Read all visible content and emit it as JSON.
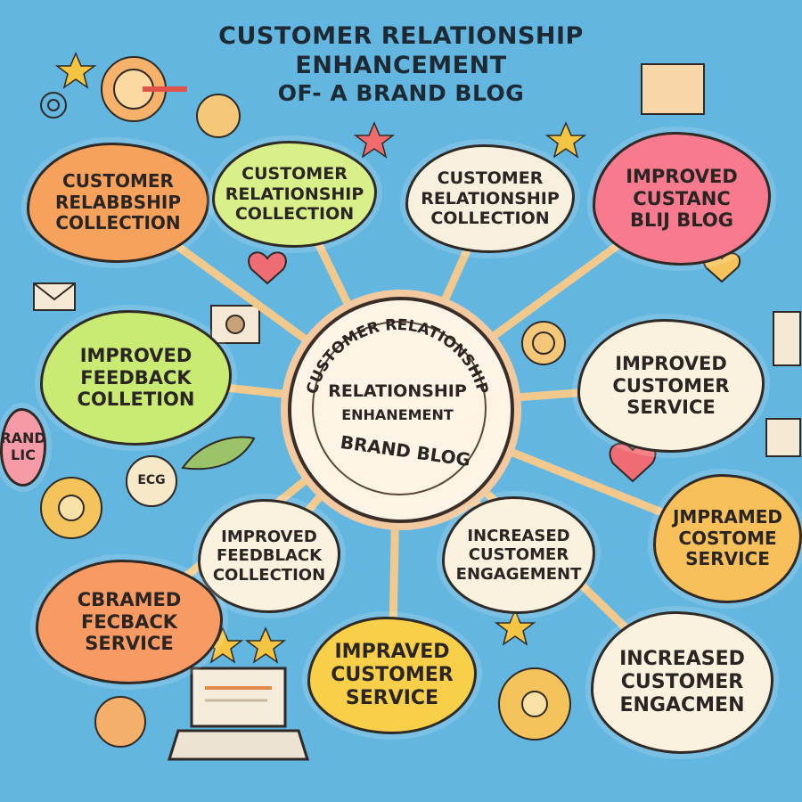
{
  "title": {
    "line1": "CUSTOMER RELATIONSHIP",
    "line2": "ENHANCEMENT",
    "line3": "OF- A BRAND BLOG"
  },
  "hub": {
    "arc_text": "CUSTOMER RELATIONSHIP",
    "line1": "RELATIONSHIP",
    "line2": "ENHANEMENT",
    "line3": "BRAND BLOG"
  },
  "nodes": [
    {
      "id": "tl",
      "lines": [
        "CUSTOMER",
        "RELABBSHIP",
        "COLLECTION"
      ],
      "color": "#f6a25c"
    },
    {
      "id": "tc1",
      "lines": [
        "CUSTOMER",
        "RELATIONSHIP",
        "COLLECTION"
      ],
      "color": "#d9f08a"
    },
    {
      "id": "tc2",
      "lines": [
        "CUSTOMER",
        "RELATIONSHIP",
        "COLLECTION"
      ],
      "color": "#f7f0df"
    },
    {
      "id": "tr",
      "lines": [
        "IMPROVED",
        "CUSTANC",
        "BLIJ BLOG"
      ],
      "color": "#f77a8f"
    },
    {
      "id": "ml",
      "lines": [
        "IMPROVED",
        "FEEDBACK",
        "COLLETION"
      ],
      "color": "#c9eb74"
    },
    {
      "id": "mr",
      "lines": [
        "IMPROVED",
        "CUSTOMER",
        "SERVICE"
      ],
      "color": "#faf1df"
    },
    {
      "id": "bl1",
      "lines": [
        "IMPROVED",
        "FEEDBLACK",
        "COLLECTION"
      ],
      "color": "#faf1df"
    },
    {
      "id": "bc2",
      "lines": [
        "INCREASED",
        "CUSTOMER",
        "ENGAGEMENT"
      ],
      "color": "#faf1df"
    },
    {
      "id": "r2",
      "lines": [
        "JMPRAMED",
        "COSTOME",
        "SERVICE"
      ],
      "color": "#f7c05a"
    },
    {
      "id": "bl",
      "lines": [
        "CBRAMED",
        "FECBACK",
        "SERVICE"
      ],
      "color": "#f79a63"
    },
    {
      "id": "bc",
      "lines": [
        "IMPRAVED",
        "CUSTOMER",
        "SERVICE"
      ],
      "color": "#f8cf48"
    },
    {
      "id": "br",
      "lines": [
        "INCREASED",
        "CUSTOMER",
        "ENGACMEN"
      ],
      "color": "#faf1df"
    },
    {
      "id": "edge",
      "lines": [
        "RAND",
        "LIC"
      ],
      "color": "#f79aa8"
    }
  ],
  "icons": {
    "ecg_label": "ECG"
  },
  "colors": {
    "background": "#63b6e0",
    "connector": "#f2c98c",
    "outline": "#2f2a26"
  }
}
